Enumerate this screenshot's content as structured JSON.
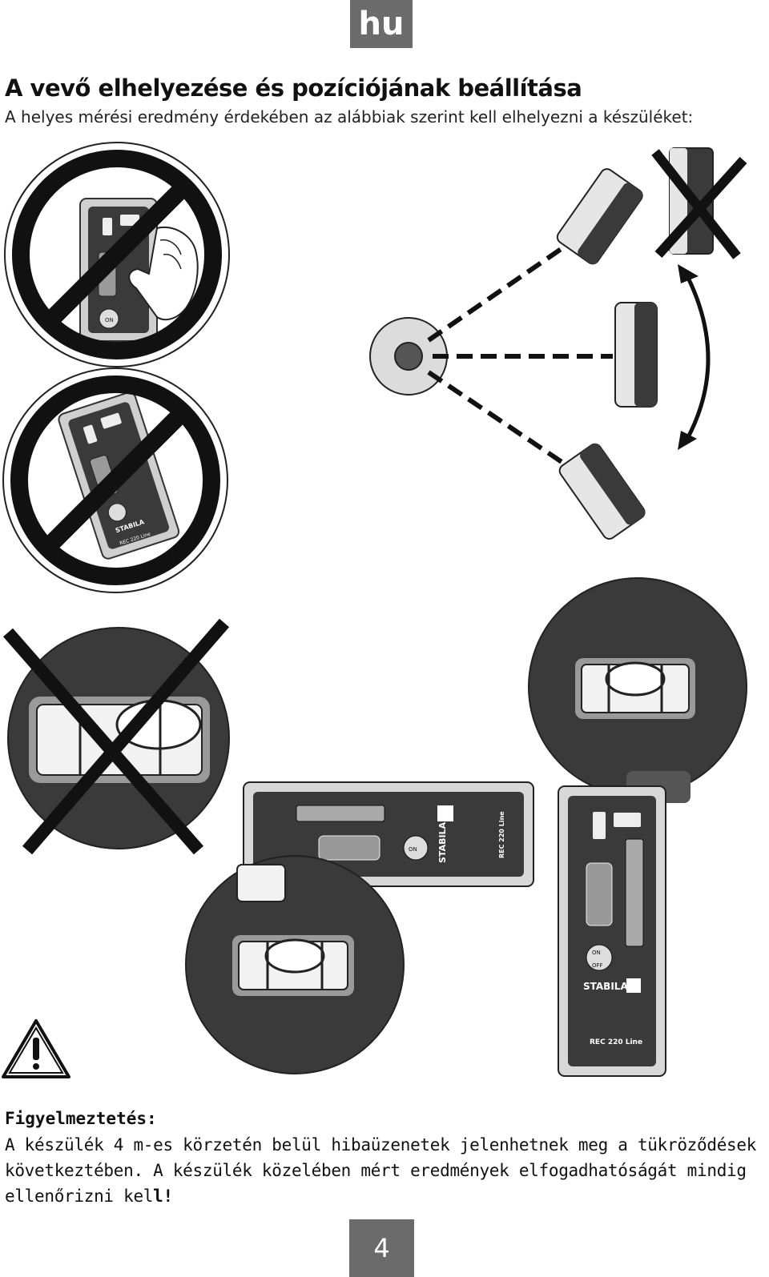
{
  "header": {
    "lang_code": "hu"
  },
  "section": {
    "title": "A vevő elhelyezése és pozíciójának beállítása",
    "subtitle": "A helyes mérési eredmény érdekében az alábbiak szerint kell elhelyezni a készüléket:"
  },
  "device": {
    "brand": "STABILA",
    "model": "REC 220 Line",
    "power_on": "ON",
    "power_off": "OFF"
  },
  "warning": {
    "heading": "Figyelmeztetés:",
    "body": "A készülék 4 m-es körzetén belül hibaüzenetek jelenhetnek meg a tükröződések következtében. A készülék közelében mért eredmények elfogadhatóságát mindig ellenőrizni kel",
    "body_end": "l!"
  },
  "footer": {
    "page_number": "4"
  },
  "colors": {
    "tab_gray": "#6b6b6b",
    "device_dark": "#3a3a3a",
    "device_light": "#cfcfcf"
  }
}
